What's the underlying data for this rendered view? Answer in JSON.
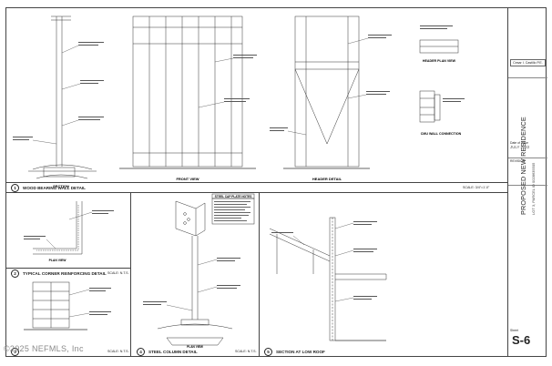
{
  "details": {
    "section_label": "SECTION",
    "front_view_label": "FRONT VIEW",
    "header_detail_label": "HEADER DETAIL",
    "header_plan_view_label": "HEADER PLAN VIEW",
    "cmu_connection_label": "CMU WALL CONNECTION",
    "plan_view_label": "PLAN VIEW"
  },
  "rows": {
    "row1": {
      "num": "1",
      "title": "WOOD BEARING WALL DETAIL",
      "scale": "SCALE: 3/4\"=1'-0\""
    },
    "row2": {
      "num": "2",
      "title": "TYPICAL CORNER REINFORCING DETAIL",
      "scale": "SCALE: N.T.S."
    },
    "row3": {
      "num": "3",
      "title": "",
      "scale": "SCALE: N.T.S."
    },
    "row4": {
      "num": "4",
      "title": "STEEL COLUMN DETAIL",
      "scale": "SCALE: N.T.S."
    },
    "row5": {
      "num": "5",
      "title": "SECTION AT LOW ROOF",
      "scale": "SCALE: N.T.S."
    }
  },
  "notes": {
    "steel_cap_title": "STEEL CAP PLATE NOTES",
    "steel_column_plan": "PLAN VIEW"
  },
  "title_block": {
    "engineer_name": "Cesar I. Castillo P.E.",
    "project_title": "PROPOSED NEW RESIDENCE",
    "lot_parcel": "LOT 3, PARCEL ID 0028635505",
    "date_label": "Date of Issue",
    "date_value": "JULY 2022",
    "revision_label": "REVISION",
    "sheet_label": "Sheet",
    "sheet_number": "S-6"
  },
  "watermark": "©2025 NEFMLS, Inc"
}
